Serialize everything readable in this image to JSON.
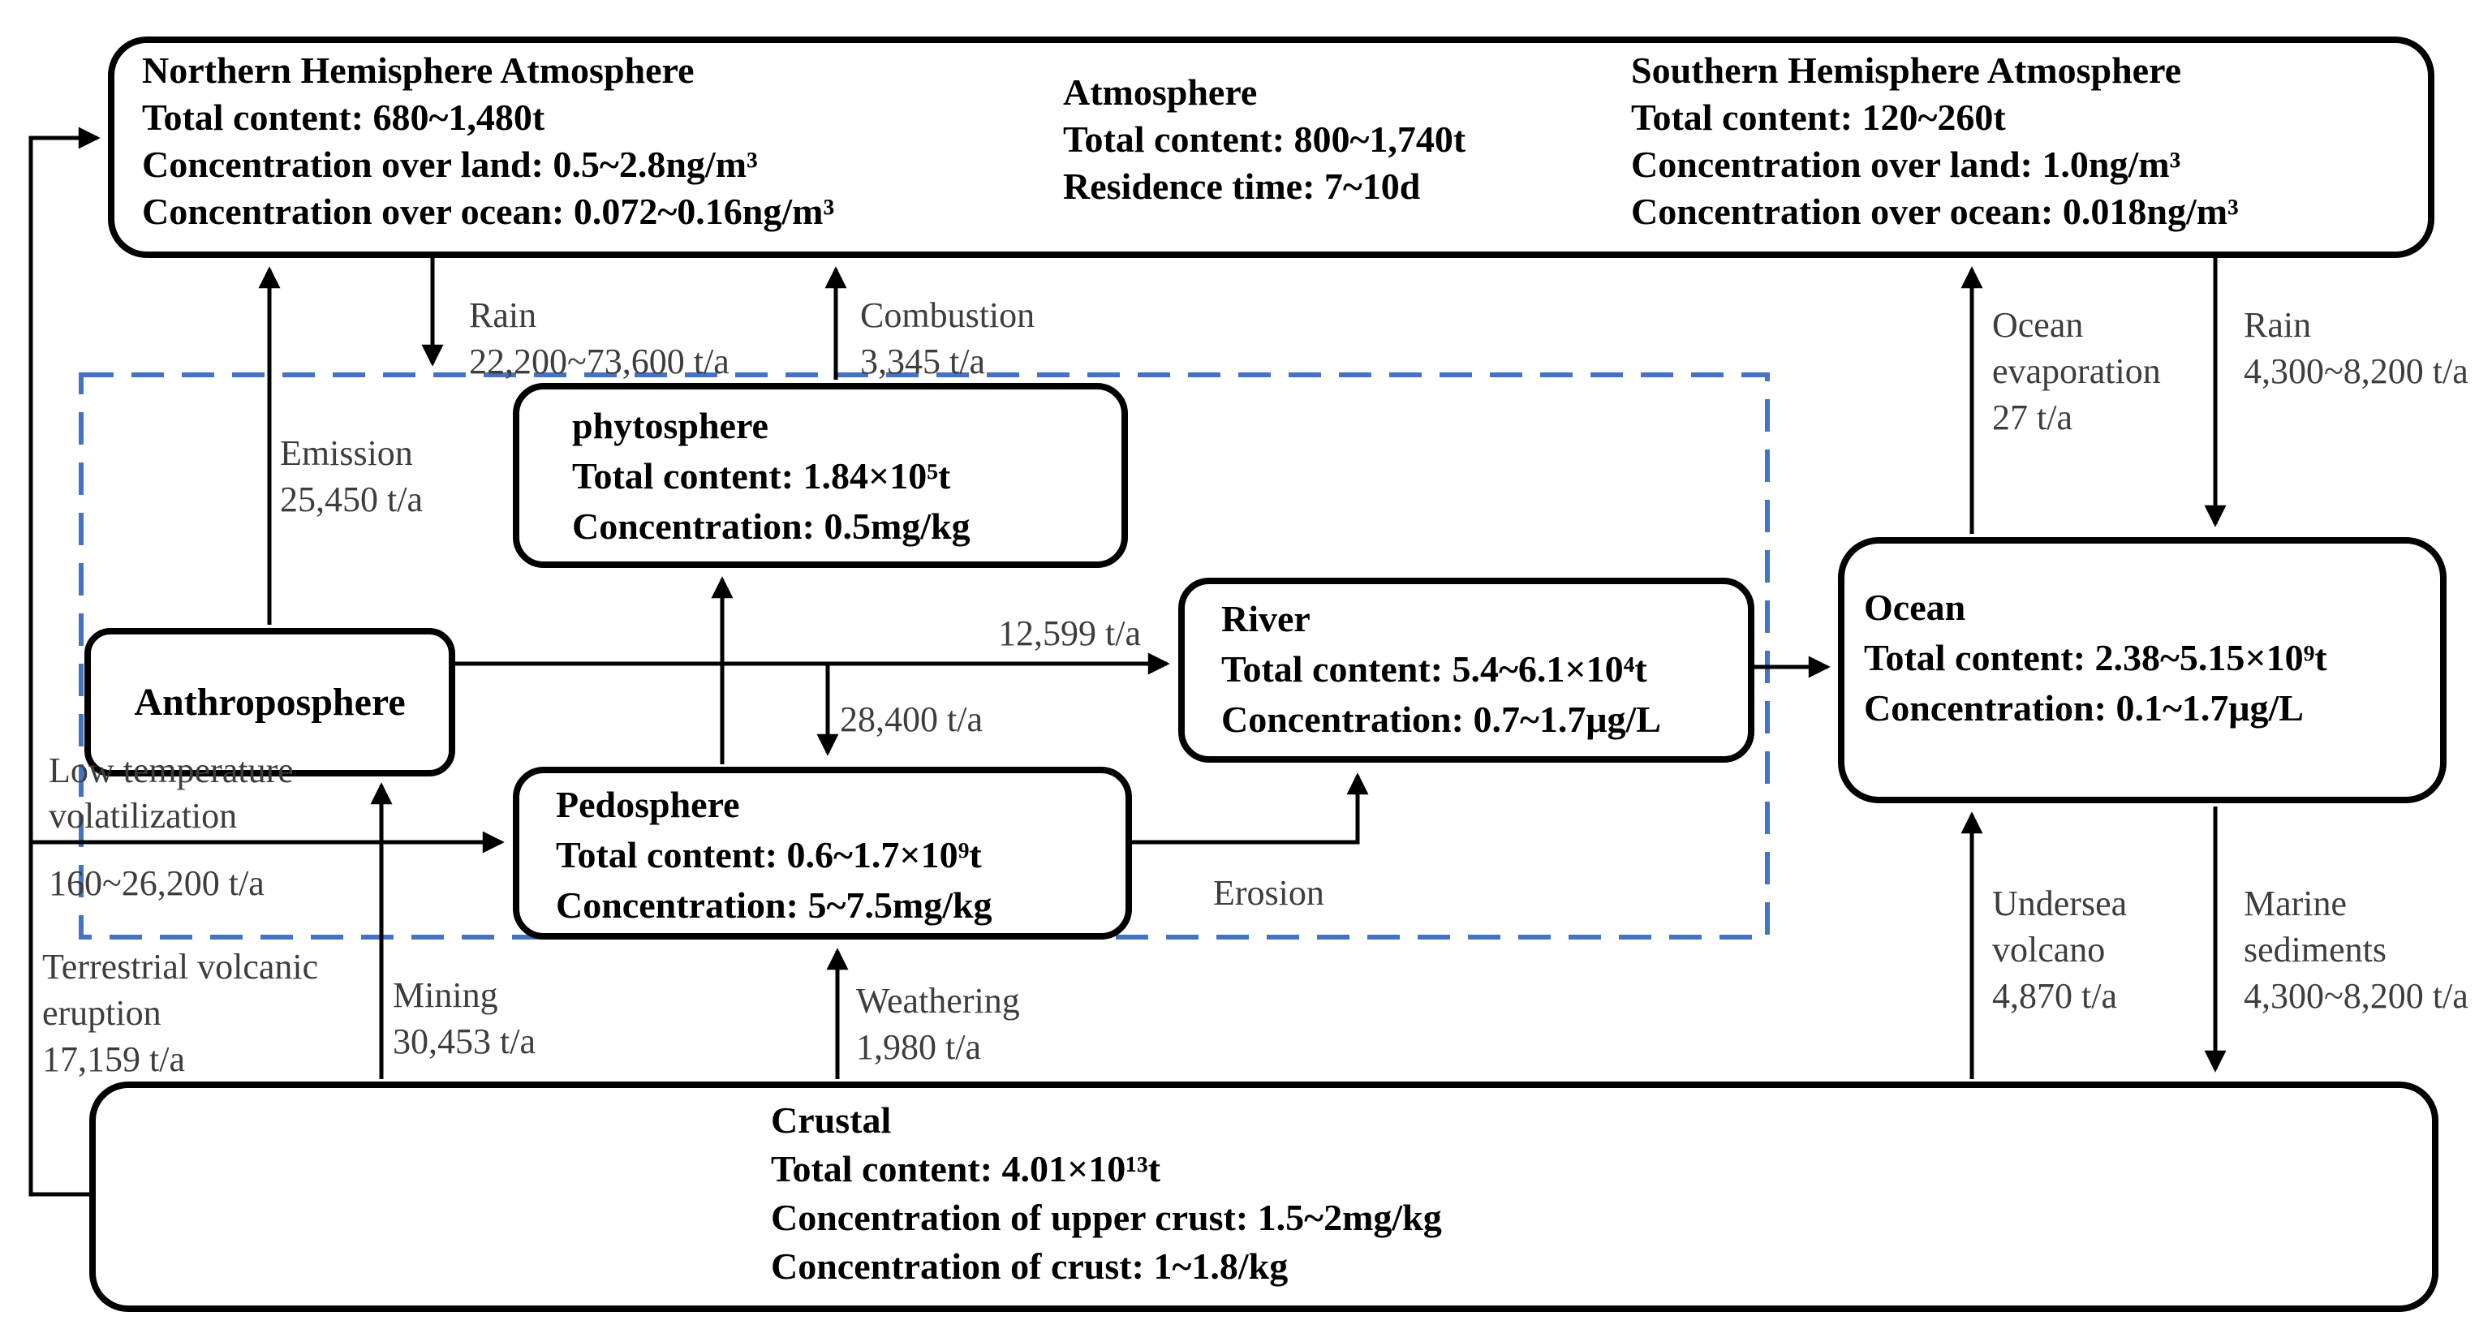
{
  "diagram": {
    "colors": {
      "box_border": "#000000",
      "dashed_boundary": "#4472C4",
      "label_text": "#3d3d3d"
    },
    "boxes": {
      "north_atmosphere": {
        "title": "Northern Hemisphere Atmosphere",
        "lines": [
          "Total content: 680~1,480t",
          "Concentration over land: 0.5~2.8ng/m³",
          "Concentration over ocean: 0.072~0.16ng/m³"
        ]
      },
      "atmosphere": {
        "title": "Atmosphere",
        "lines": [
          "Total content: 800~1,740t",
          "Residence time: 7~10d"
        ]
      },
      "south_atmosphere": {
        "title": "Southern Hemisphere Atmosphere",
        "lines": [
          "Total content: 120~260t",
          "Concentration over land: 1.0ng/m³",
          "Concentration over ocean: 0.018ng/m³"
        ]
      },
      "phytosphere": {
        "title": "phytosphere",
        "lines": [
          "Total content: 1.84×10⁵t",
          "Concentration: 0.5mg/kg"
        ]
      },
      "anthroposphere": {
        "title": "Anthroposphere"
      },
      "river": {
        "title": "River",
        "lines": [
          "Total content: 5.4~6.1×10⁴t",
          "Concentration: 0.7~1.7μg/L"
        ]
      },
      "ocean": {
        "title": "Ocean",
        "lines": [
          "Total content: 2.38~5.15×10⁹t",
          "Concentration: 0.1~1.7μg/L"
        ]
      },
      "pedosphere": {
        "title": "Pedosphere",
        "lines": [
          "Total content: 0.6~1.7×10⁹t",
          "Concentration: 5~7.5mg/kg"
        ]
      },
      "crustal": {
        "title": "Crustal",
        "lines": [
          "Total content: 4.01×10¹³t",
          "Concentration of upper crust: 1.5~2mg/kg",
          "Concentration of crust:  1~1.8/kg"
        ]
      }
    },
    "flows": {
      "rain_left": {
        "name": "Rain",
        "value": "22,200~73,600 t/a"
      },
      "combustion": {
        "name": "Combustion",
        "value": "3,345 t/a"
      },
      "emission": {
        "name": "Emission",
        "value": "25,450 t/a"
      },
      "anthro_to_river": {
        "value": "12,599 t/a"
      },
      "anthro_to_pedosphere": {
        "value": "28,400 t/a"
      },
      "low_temp_volatilization": {
        "name_lines": [
          "Low temperature",
          "volatilization"
        ],
        "value": "160~26,200 t/a"
      },
      "terrestrial_volcanic": {
        "name_lines": [
          "Terrestrial volcanic",
          "eruption"
        ],
        "value": "17,159 t/a"
      },
      "mining": {
        "name": "Mining",
        "value": "30,453 t/a"
      },
      "weathering": {
        "name": "Weathering",
        "value": "1,980 t/a"
      },
      "erosion": {
        "name": "Erosion"
      },
      "ocean_evaporation": {
        "name_lines": [
          "Ocean",
          "evaporation"
        ],
        "value": "27 t/a"
      },
      "rain_right": {
        "name": "Rain",
        "value": "4,300~8,200 t/a"
      },
      "undersea_volcano": {
        "name_lines": [
          "Undersea",
          "volcano"
        ],
        "value": "4,870 t/a"
      },
      "marine_sediments": {
        "name_lines": [
          "Marine",
          "sediments"
        ],
        "value": "4,300~8,200 t/a"
      }
    }
  }
}
